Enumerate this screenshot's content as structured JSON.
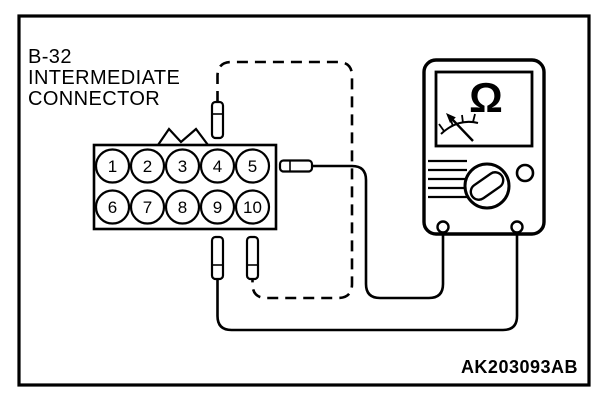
{
  "colors": {
    "ink": "#000000",
    "paper": "#ffffff"
  },
  "connector": {
    "label_lines": [
      "B-32",
      "INTERMEDIATE",
      "CONNECTOR"
    ],
    "pins": [
      "1",
      "2",
      "3",
      "4",
      "5",
      "6",
      "7",
      "8",
      "9",
      "10"
    ]
  },
  "meter": {
    "symbol": "Ω"
  },
  "reference_code": "AK203093AB"
}
